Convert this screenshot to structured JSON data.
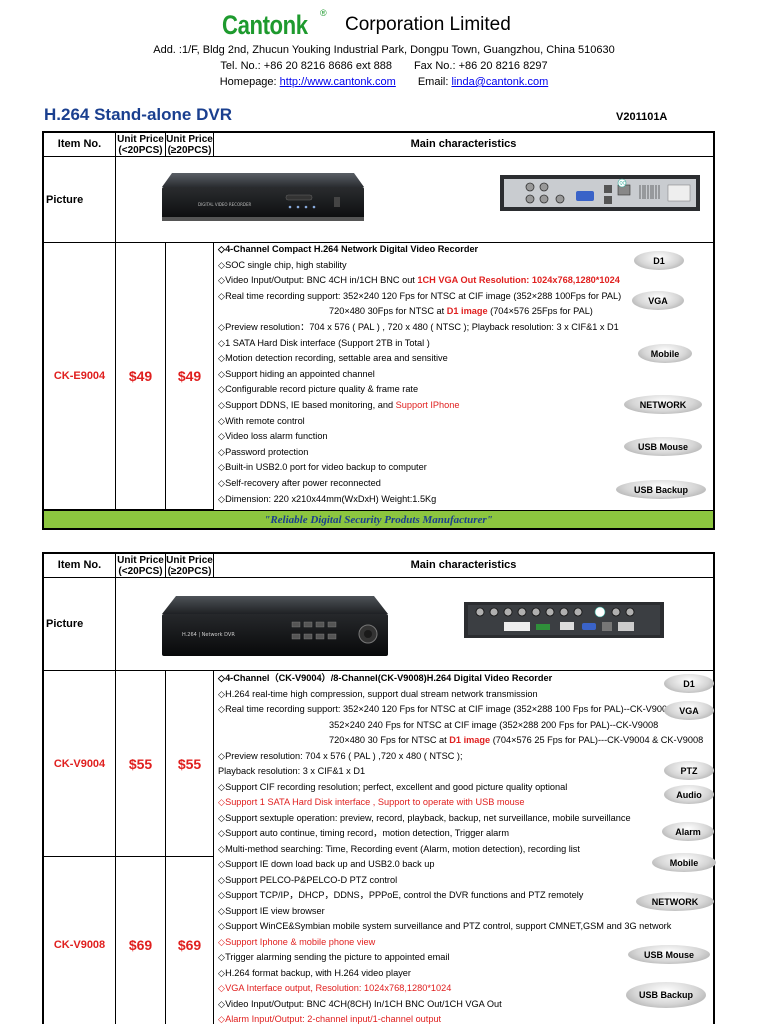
{
  "header": {
    "logo": "Cantonk",
    "registered": "®",
    "company": "Corporation Limited",
    "address": "Add. :1/F, Bldg 2nd, Zhucun Youking Industrial Park, Dongpu Town, Guangzhou, China 510630",
    "tel": "Tel. No.: +86 20 8216 8686 ext 888",
    "fax": "Fax No.: +86 20 8216 8297",
    "homepage_label": "Homepage:",
    "homepage_url": "http://www.cantonk.com",
    "email_label": "Email:",
    "email": "linda@cantonk.com"
  },
  "doc": {
    "title": "H.264 Stand-alone DVR",
    "code": "V201101A"
  },
  "table_headers": {
    "item_no": "Item No.",
    "unit_price_1": "Unit Price",
    "qty_1": "(<20PCS)",
    "unit_price_2": "Unit Price",
    "qty_2": "(≥20PCS)",
    "main": "Main characteristics",
    "picture": "Picture"
  },
  "device_labels": {
    "front1": "DIGITAL VIDEO RECORDER",
    "front2": "H.264 | Network DVR",
    "qc": "QC"
  },
  "product1": {
    "item": "CK-E9004",
    "price_low": "$49",
    "price_high": "$49",
    "lines": [
      {
        "t": "◇4-Channel Compact H.264 Network Digital Video Recorder"
      },
      {
        "t": "◇SOC single chip, high stability"
      },
      {
        "t": "◇Video Input/Output: BNC 4CH in/1CH BNC out ",
        "r": "1CH VGA Out  Resolution: 1024x768,1280*1024"
      },
      {
        "t": "◇Real time recording support: 352×240 120 Fps for NTSC at CIF image (352×288 100Fps for PAL)"
      },
      {
        "t": "720×480 30Fps for NTSC at ",
        "r": "D1 image",
        "t2": " (704×576 25Fps for PAL)"
      },
      {
        "t": "◇Preview resolution：704 x 576 ( PAL ) , 720 x 480 ( NTSC ); Playback resolution:  3 x CIF&1 x D1"
      },
      {
        "t": "◇1 SATA Hard Disk interface  (Support 2TB in Total )"
      },
      {
        "t": "◇Motion detection recording, settable area and sensitive"
      },
      {
        "t": "◇Support hiding an appointed channel"
      },
      {
        "t": "◇Configurable record picture quality & frame rate"
      },
      {
        "t": "◇Support DDNS, IE based monitoring, and ",
        "r": "Support IPhone"
      },
      {
        "t": "◇With remote control"
      },
      {
        "t": "◇Video loss alarm function"
      },
      {
        "t": "◇Password protection"
      },
      {
        "t": "◇Built-in USB2.0 port for video backup to computer"
      },
      {
        "t": "◇Self-recovery after power reconnected"
      },
      {
        "t": "◇Dimension: 220 x210x44mm(WxDxH)  Weight:1.5Kg"
      }
    ],
    "badges": [
      "D1",
      "VGA",
      "Mobile",
      "NETWORK",
      "USB Mouse",
      "USB Backup"
    ]
  },
  "slogan": "\"Reliable Digital Security Produts Manufacturer\"",
  "product2": {
    "item_a": "CK-V9004",
    "price_a_low": "$55",
    "price_a_high": "$55",
    "item_b": "CK-V9008",
    "price_b_low": "$69",
    "price_b_high": "$69",
    "lines": [
      {
        "t": "◇4-Channel（CK-V9004）/8-Channel(CK-V9008)H.264 Digital Video Recorder"
      },
      {
        "t": "◇H.264 real-time high compression, support dual stream network transmission"
      },
      {
        "t": "◇Real time recording support: 352×240 120 Fps for NTSC at CIF image (352×288 100 Fps for PAL)--CK-V9004"
      },
      {
        "t": "352×240 240 Fps for NTSC at CIF image (352×288 200 Fps for PAL)--CK-V9008"
      },
      {
        "t": "720×480 30 Fps for NTSC at ",
        "r": "D1 image",
        "t2": " (704×576 25 Fps for PAL)---CK-V9004 & CK-V9008"
      },
      {
        "t": "◇Preview resolution: 704 x 576 ( PAL ) ,720 x 480 ( NTSC );"
      },
      {
        "t": "  Playback resolution:  3 x CIF&1 x D1"
      },
      {
        "t": "◇Support CIF recording resolution; perfect, excellent and good picture quality optional"
      },
      {
        "r": "◇Support 1 SATA Hard Disk interface , Support to operate with USB mouse"
      },
      {
        "t": "◇Support sextuple operation: preview, record, playback, backup, net surveillance, mobile surveillance"
      },
      {
        "t": "◇Support auto continue, timing record，motion detection, Trigger alarm"
      },
      {
        "t": "◇Multi-method searching: Time, Recording event (Alarm, motion detection), recording list"
      },
      {
        "t": "◇Support IE down load back up and USB2.0 back up"
      },
      {
        "t": "◇Support PELCO-P&PELCO-D PTZ control"
      },
      {
        "t": "◇Support TCP/IP，DHCP，DDNS，PPPoE, control the DVR functions and PTZ remotely"
      },
      {
        "t": "◇Support IE view browser"
      },
      {
        "t": "◇Support WinCE&Symbian mobile system surveillance and PTZ control, support CMNET,GSM and 3G network"
      },
      {
        "r": "◇Support Iphone & mobile phone view"
      },
      {
        "t": "◇Trigger alarming sending the picture to appointed email"
      },
      {
        "t": "◇H.264 format backup, with H.264 video player"
      },
      {
        "r": "◇VGA Interface output,  Resolution: 1024x768,1280*1024"
      },
      {
        "t": "◇Video Input/Output:   BNC 4CH(8CH) In/1CH BNC Out/1CH VGA Out"
      },
      {
        "r": "◇Alarm Input/Output: 2-channel input/1-channel output"
      }
    ],
    "badges": [
      "D1",
      "VGA",
      "PTZ",
      "Audio",
      "Alarm",
      "Mobile",
      "NETWORK",
      "USB Mouse",
      "USB Backup"
    ]
  }
}
